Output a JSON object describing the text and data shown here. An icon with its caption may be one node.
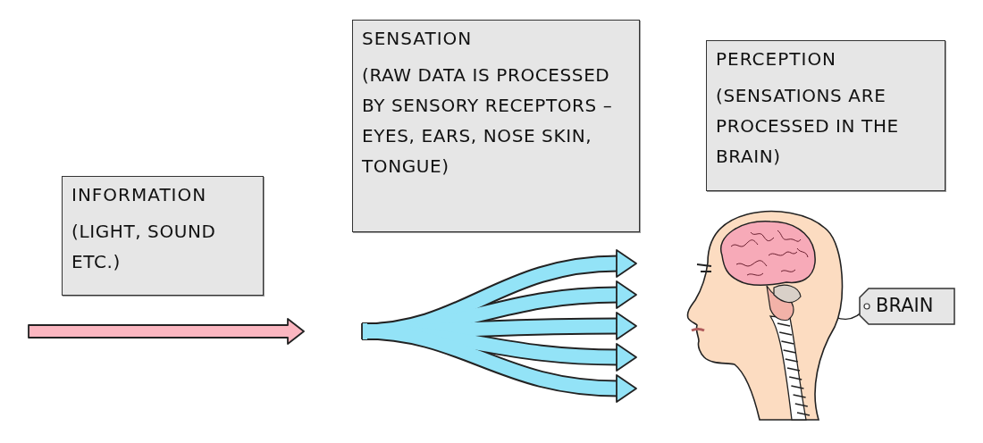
{
  "diagram": {
    "nodes": [
      {
        "text": [
          "INFORMATION",
          "(LIGHT, SOUND ETC.)"
        ]
      },
      {
        "text": [
          "SENSATION",
          "(RAW DATA IS PROCESSED BY SENSORY RECEPTORS – EYES, EARS, NOSE SKIN, TONGUE)"
        ]
      },
      {
        "text": [
          "PERCEPTION",
          "(SENSATIONS ARE PROCESSED IN THE BRAIN)"
        ]
      },
      {
        "text": [],
        "shape": "picture"
      },
      {
        "text": [],
        "shape": "picture",
        "in": 3
      },
      {
        "text": [
          "BRAIN"
        ]
      }
    ],
    "edges": [
      {
        "from": 5,
        "to": 4,
        "arrow": "none"
      }
    ]
  }
}
